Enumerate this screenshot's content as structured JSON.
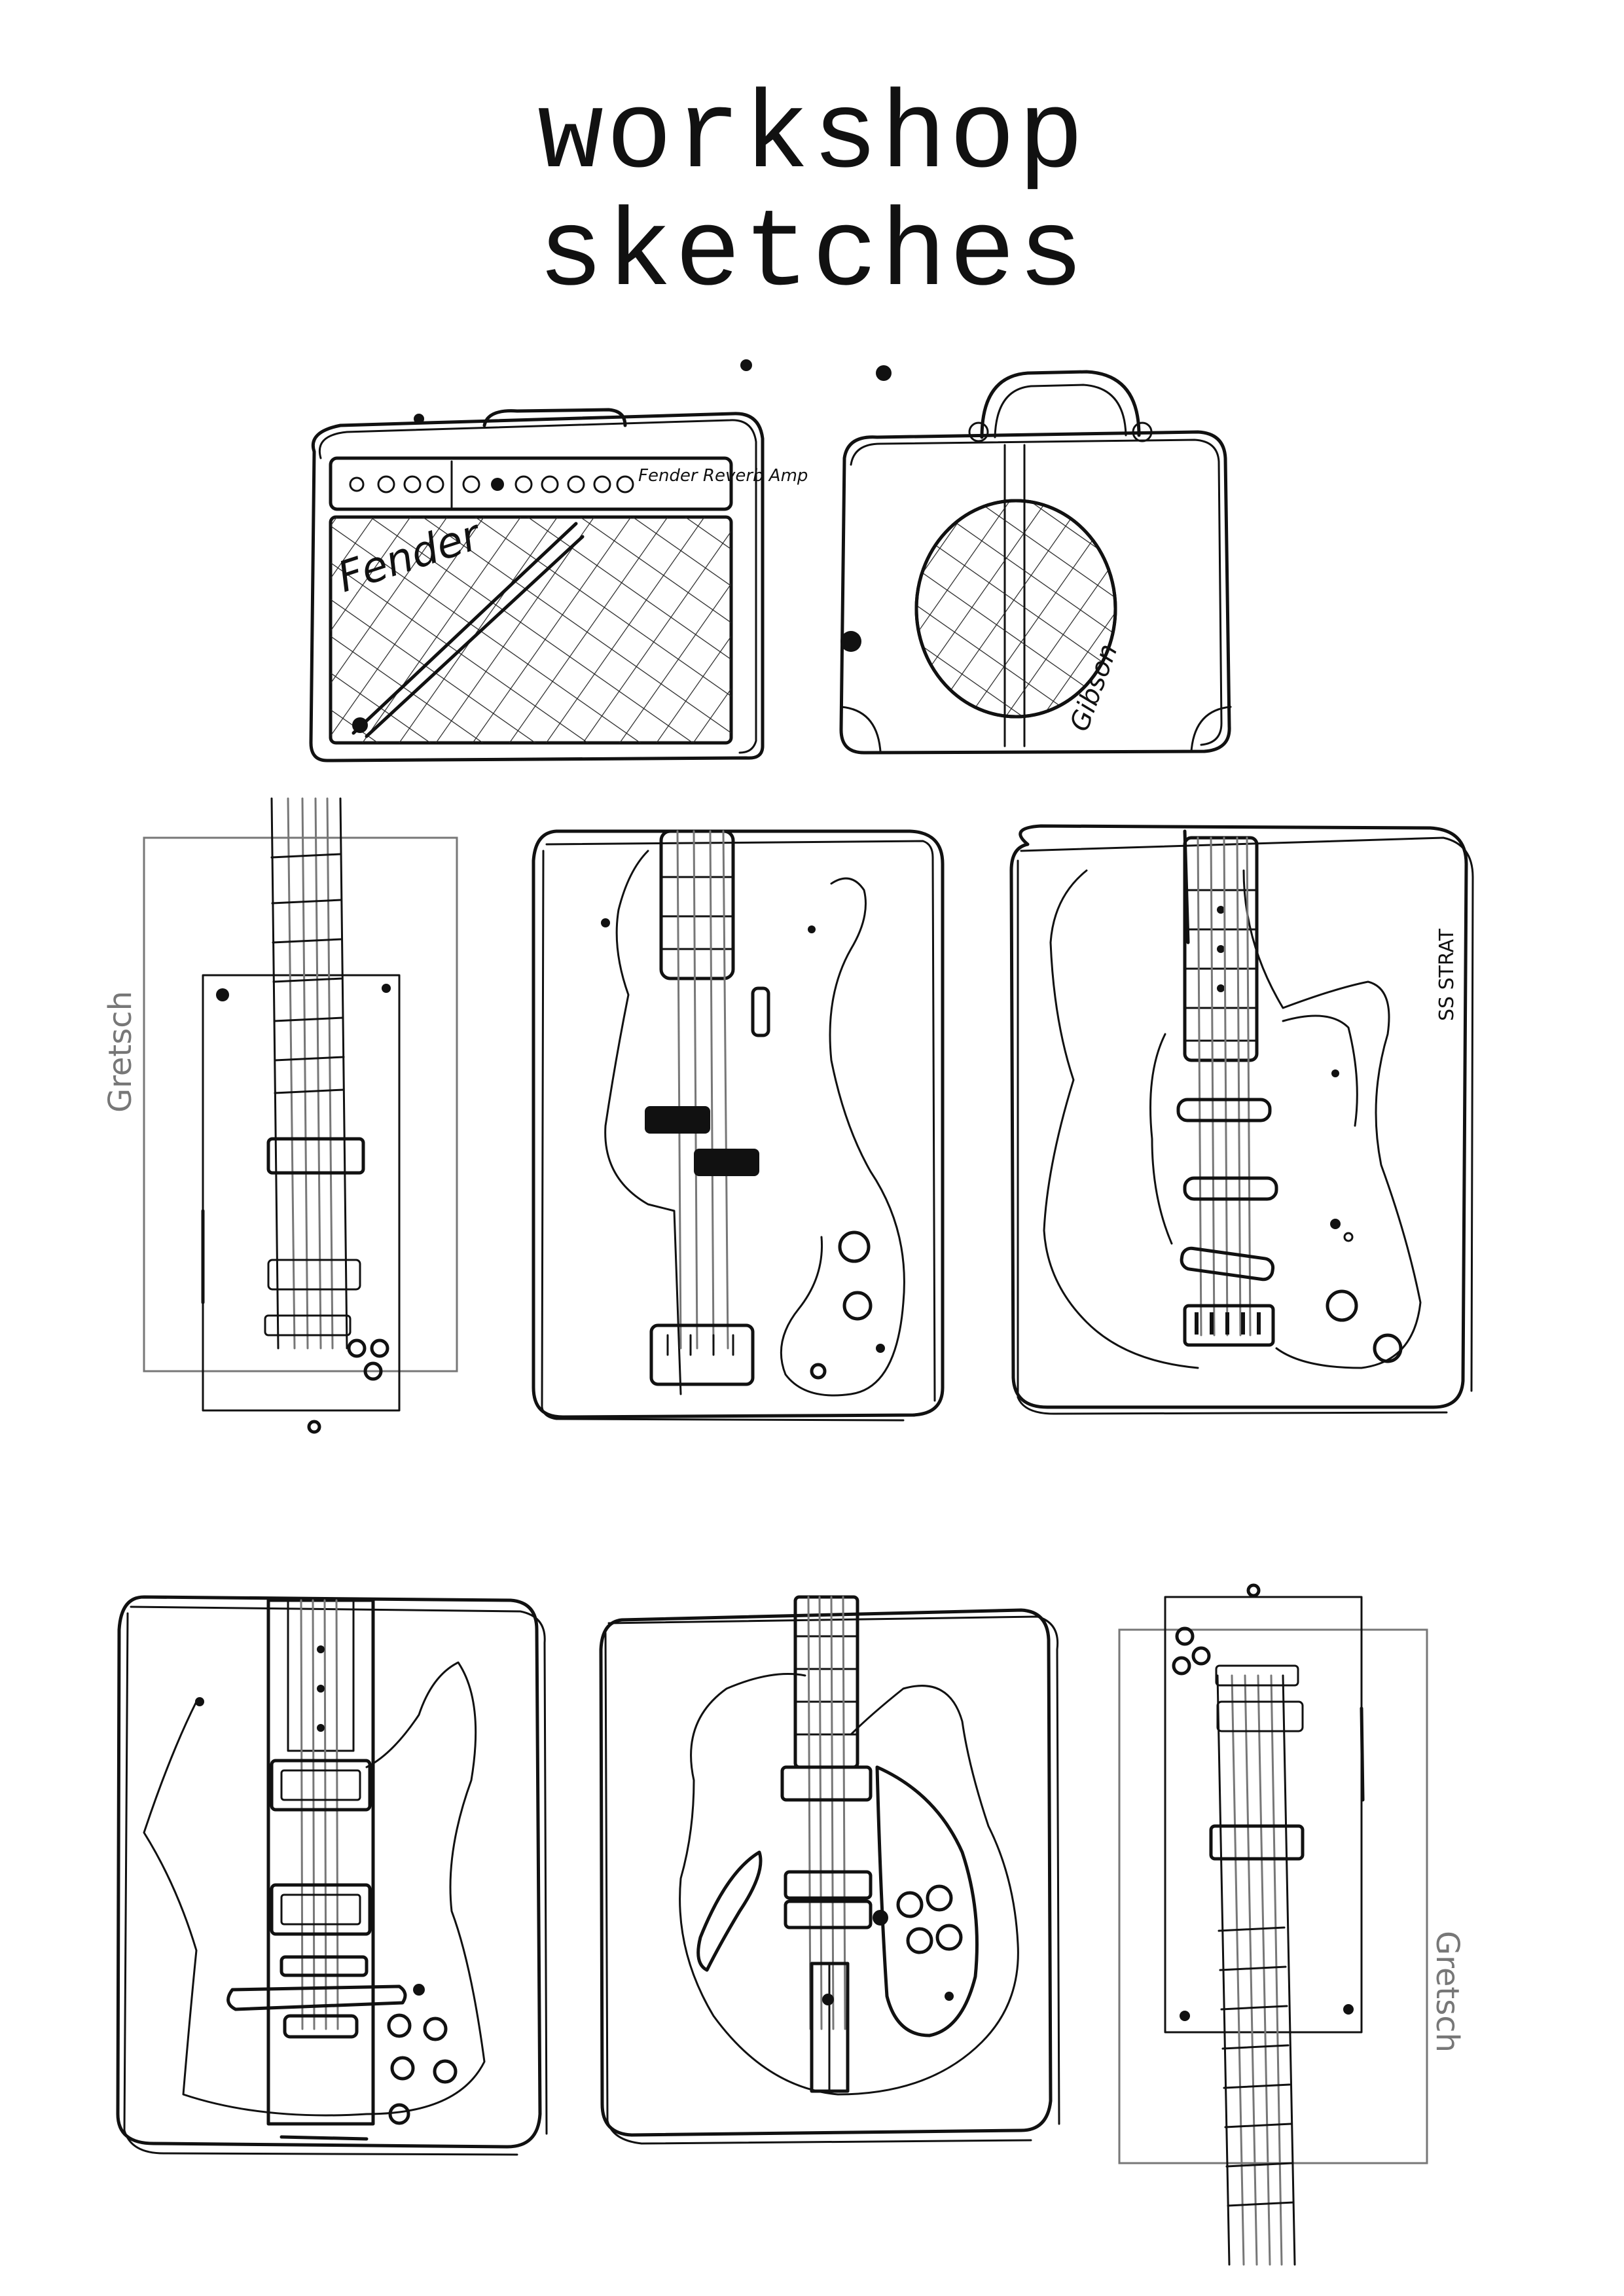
{
  "title": {
    "line1": "workshop",
    "line2": "sketches"
  },
  "labels": {
    "fender_logo": "Fender",
    "fender_model": "Fender Reverb Amp",
    "gibson_logo": "Gibson",
    "gretsch_top": "Gretsch",
    "strat_label": "SS STRAT",
    "gretsch_bottom": "Gretsch"
  }
}
